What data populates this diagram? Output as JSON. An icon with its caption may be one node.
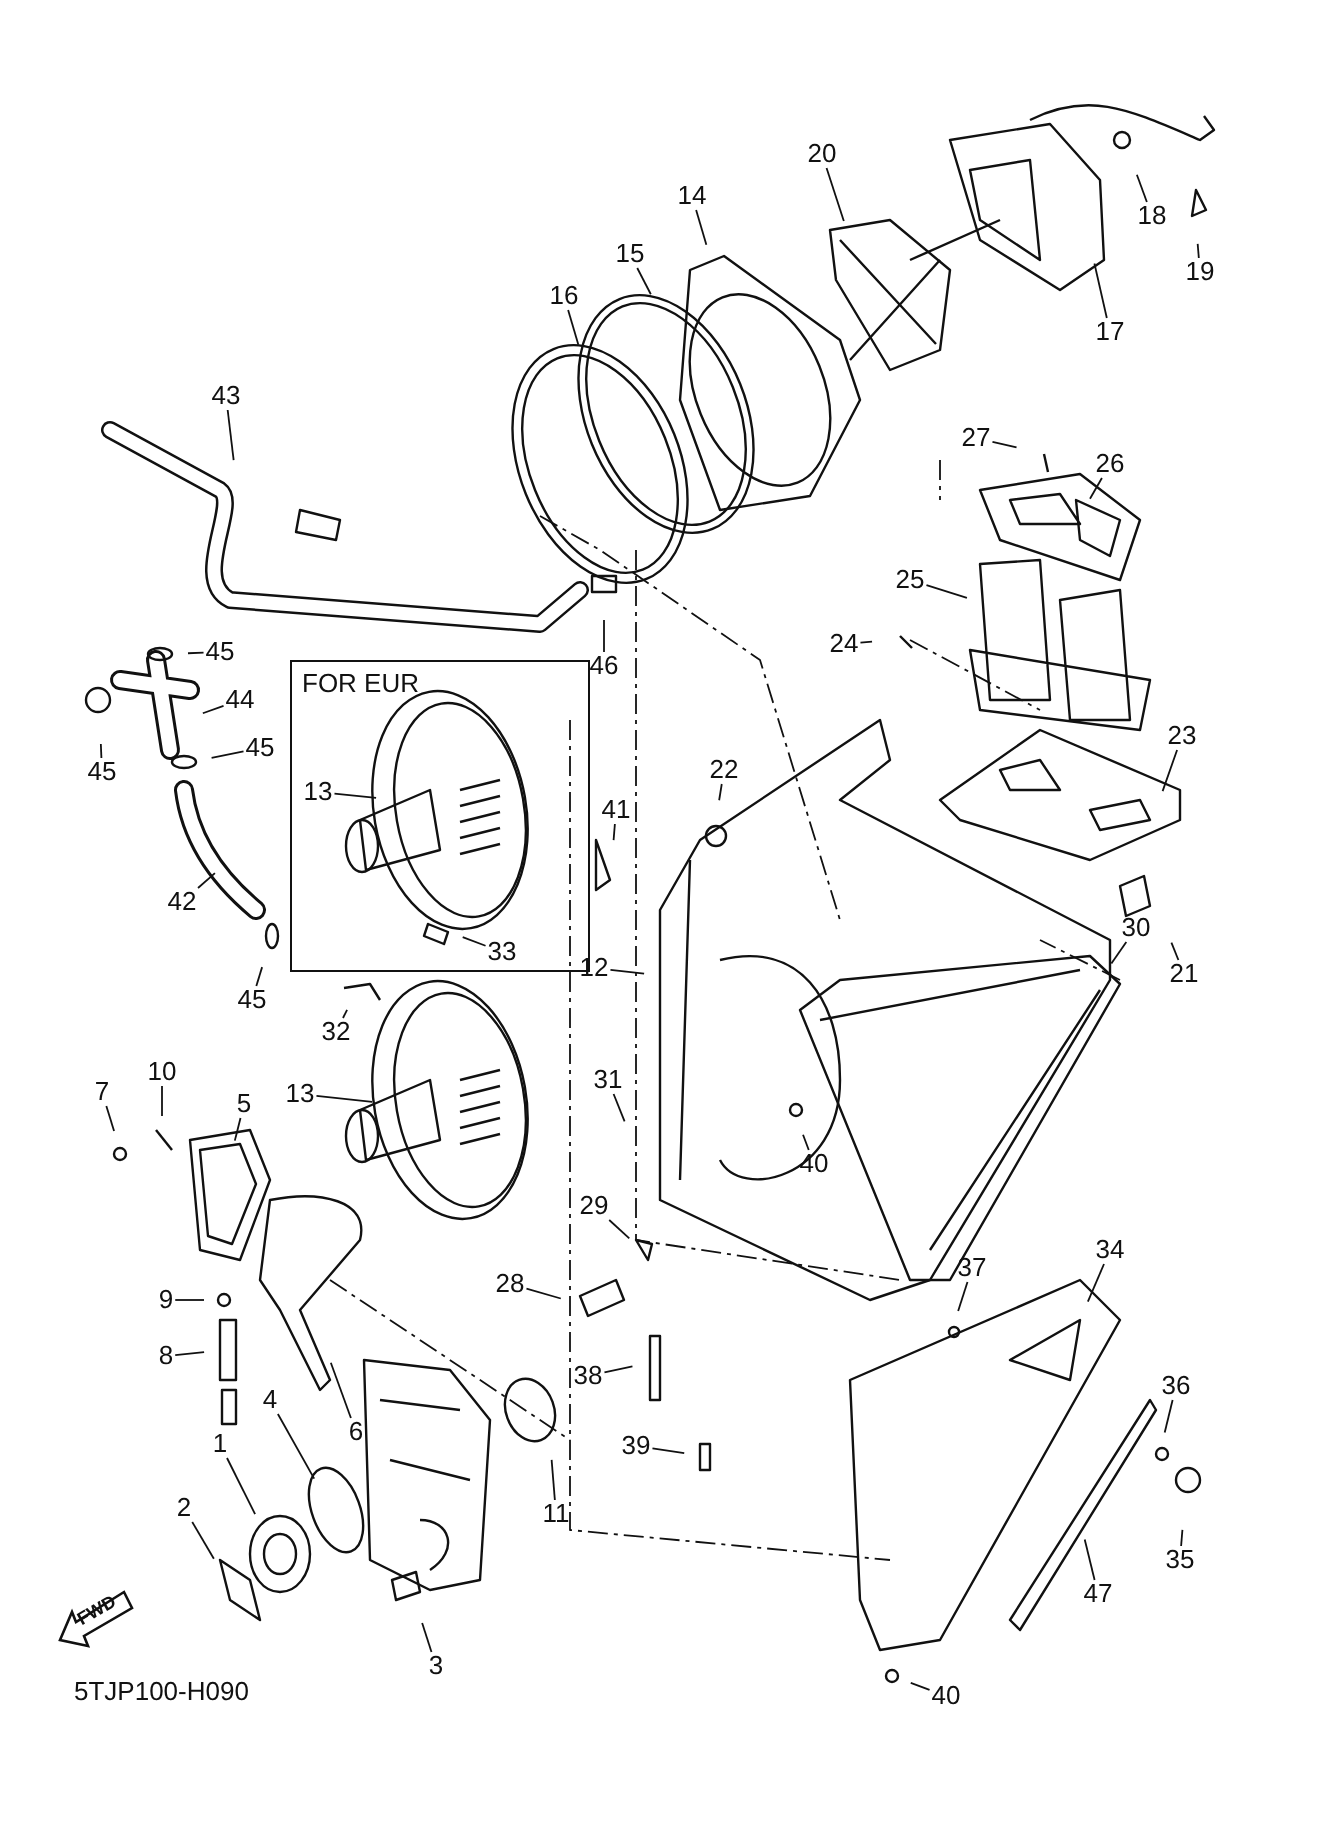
{
  "diagram": {
    "nodes": [
      {
        "text": [
          "FOR EUR"
        ]
      },
      {
        "text": [
          "14"
        ]
      },
      {
        "text": [
          "15"
        ]
      },
      {
        "text": [
          "16"
        ]
      },
      {
        "text": [
          "20"
        ]
      },
      {
        "text": [
          "18"
        ]
      },
      {
        "text": [
          "19"
        ]
      },
      {
        "text": [
          "17"
        ]
      },
      {
        "text": [
          "43"
        ]
      },
      {
        "text": [
          "27"
        ]
      },
      {
        "text": [
          "26"
        ]
      },
      {
        "text": [
          "25"
        ]
      },
      {
        "text": [
          "24"
        ]
      },
      {
        "text": [
          "23"
        ]
      },
      {
        "text": [
          "46"
        ]
      },
      {
        "text": [
          "45"
        ]
      },
      {
        "text": [
          "44"
        ]
      },
      {
        "text": [
          "45"
        ]
      },
      {
        "text": [
          "45"
        ]
      },
      {
        "text": [
          "13"
        ],
        "in": 0
      },
      {
        "text": [
          "22"
        ]
      },
      {
        "text": [
          "41"
        ]
      },
      {
        "text": [
          "42"
        ]
      },
      {
        "text": [
          "45"
        ]
      },
      {
        "text": [
          "33"
        ],
        "in": 0
      },
      {
        "text": [
          "32"
        ]
      },
      {
        "text": [
          "12"
        ]
      },
      {
        "text": [
          "21"
        ]
      },
      {
        "text": [
          "30"
        ]
      },
      {
        "text": [
          "13"
        ]
      },
      {
        "text": [
          "31"
        ]
      },
      {
        "text": [
          "40"
        ]
      },
      {
        "text": [
          "10"
        ]
      },
      {
        "text": [
          "7"
        ]
      },
      {
        "text": [
          "5"
        ]
      },
      {
        "text": [
          "29"
        ]
      },
      {
        "text": [
          "28"
        ]
      },
      {
        "text": [
          "9"
        ]
      },
      {
        "text": [
          "8"
        ]
      },
      {
        "text": [
          "6"
        ]
      },
      {
        "text": [
          "37"
        ]
      },
      {
        "text": [
          "34"
        ]
      },
      {
        "text": [
          "38"
        ]
      },
      {
        "text": [
          "36"
        ]
      },
      {
        "text": [
          "39"
        ]
      },
      {
        "text": [
          "4"
        ]
      },
      {
        "text": [
          "1"
        ]
      },
      {
        "text": [
          "2"
        ]
      },
      {
        "text": [
          "11"
        ]
      },
      {
        "text": [
          "35"
        ]
      },
      {
        "text": [
          "47"
        ]
      },
      {
        "text": [
          "3"
        ]
      },
      {
        "text": [
          "40"
        ]
      }
    ],
    "edges": [
      {
        "from": 1,
        "to": null,
        "arrow": "none"
      },
      {
        "from": 2,
        "to": null,
        "arrow": "none"
      },
      {
        "from": 3,
        "to": null,
        "arrow": "none"
      },
      {
        "from": 4,
        "to": null,
        "arrow": "none"
      },
      {
        "from": 5,
        "to": null,
        "arrow": "none"
      },
      {
        "from": 6,
        "to": null,
        "arrow": "none"
      },
      {
        "from": 7,
        "to": null,
        "arrow": "none"
      },
      {
        "from": 8,
        "to": null,
        "arrow": "none"
      },
      {
        "from": 9,
        "to": null,
        "arrow": "none"
      },
      {
        "from": 10,
        "to": null,
        "arrow": "none"
      },
      {
        "from": 11,
        "to": null,
        "arrow": "none"
      },
      {
        "from": 12,
        "to": null,
        "arrow": "none"
      },
      {
        "from": 13,
        "to": null,
        "arrow": "none"
      },
      {
        "from": 14,
        "to": null,
        "arrow": "none"
      },
      {
        "from": 15,
        "to": null,
        "arrow": "none"
      },
      {
        "from": 16,
        "to": null,
        "arrow": "none"
      },
      {
        "from": 17,
        "to": null,
        "arrow": "none"
      },
      {
        "from": 18,
        "to": null,
        "arrow": "none"
      },
      {
        "from": 19,
        "to": null,
        "arrow": "none"
      },
      {
        "from": 20,
        "to": null,
        "arrow": "none"
      },
      {
        "from": 21,
        "to": null,
        "arrow": "none"
      },
      {
        "from": 22,
        "to": null,
        "arrow": "none"
      },
      {
        "from": 23,
        "to": null,
        "arrow": "none"
      },
      {
        "from": 24,
        "to": null,
        "arrow": "none"
      },
      {
        "from": 25,
        "to": null,
        "arrow": "none"
      },
      {
        "from": 26,
        "to": null,
        "arrow": "none"
      },
      {
        "from": 27,
        "to": null,
        "arrow": "none"
      },
      {
        "from": 28,
        "to": null,
        "arrow": "none"
      },
      {
        "from": 29,
        "to": null,
        "arrow": "none"
      },
      {
        "from": 30,
        "to": null,
        "arrow": "none"
      },
      {
        "from": 31,
        "to": null,
        "arrow": "none"
      },
      {
        "from": 32,
        "to": null,
        "arrow": "none"
      },
      {
        "from": 33,
        "to": null,
        "arrow": "none"
      },
      {
        "from": 34,
        "to": null,
        "arrow": "none"
      },
      {
        "from": 35,
        "to": null,
        "arrow": "none"
      },
      {
        "from": 36,
        "to": null,
        "arrow": "none"
      },
      {
        "from": 37,
        "to": null,
        "arrow": "none"
      },
      {
        "from": 38,
        "to": null,
        "arrow": "none"
      },
      {
        "from": 39,
        "to": null,
        "arrow": "none"
      },
      {
        "from": 40,
        "to": null,
        "arrow": "none"
      },
      {
        "from": 41,
        "to": null,
        "arrow": "none"
      },
      {
        "from": 42,
        "to": null,
        "arrow": "none"
      },
      {
        "from": 43,
        "to": null,
        "arrow": "none"
      },
      {
        "from": 44,
        "to": null,
        "arrow": "none"
      },
      {
        "from": 45,
        "to": null,
        "arrow": "none"
      },
      {
        "from": 46,
        "to": null,
        "arrow": "none"
      },
      {
        "from": 47,
        "to": null,
        "arrow": "none"
      },
      {
        "from": 48,
        "to": null,
        "arrow": "none"
      },
      {
        "from": 49,
        "to": null,
        "arrow": "none"
      },
      {
        "from": 50,
        "to": null,
        "arrow": "none"
      },
      {
        "from": 51,
        "to": null,
        "arrow": "none"
      },
      {
        "from": 52,
        "to": null,
        "arrow": "none"
      }
    ],
    "labels": [
      "FWD",
      "5TJP100-H090"
    ]
  }
}
